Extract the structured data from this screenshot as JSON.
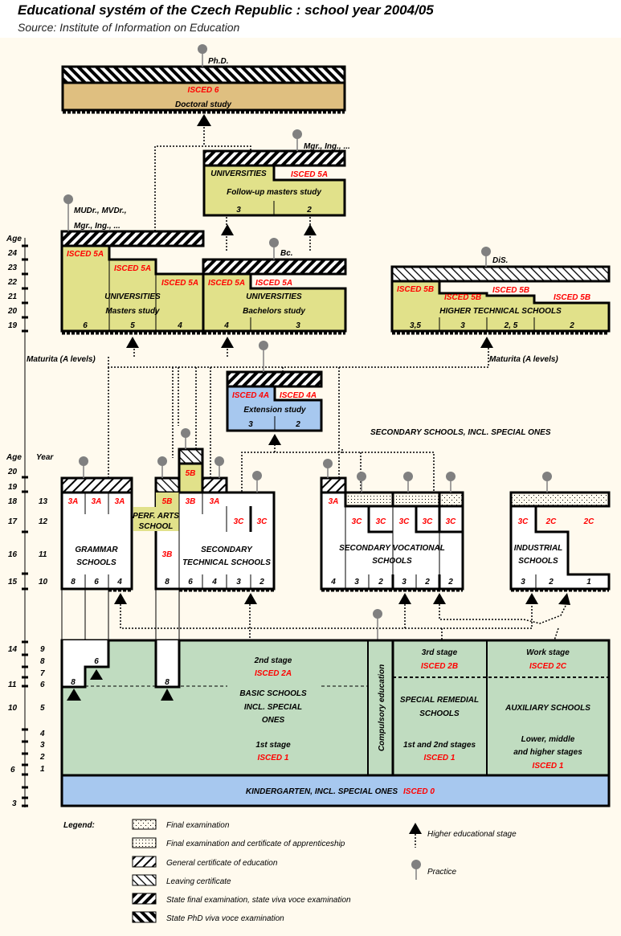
{
  "header": {
    "title": "Educational systém of the Czech Republic : school year 2004/05",
    "subtitle": "Source: Institute of Information on Education"
  },
  "colors": {
    "panel_background": "#fffaee",
    "doctoral_fill": "#dfbf80",
    "university_fill": "#e1e18a",
    "extension_fill": "#a7c8ef",
    "basic_fill": "#c0dcc0",
    "kindergarten_fill": "#a7c8ef",
    "isced_text": "#ff0000",
    "practice_pin": "#808080"
  },
  "age_axis": {
    "upper": {
      "label": "Age",
      "ticks": [
        "24",
        "23",
        "22",
        "21",
        "20",
        "19"
      ]
    },
    "secondary": {
      "age_label": "Age",
      "year_label": "Year",
      "ages": [
        "20",
        "19",
        "18",
        "17",
        "16",
        "15"
      ],
      "years": [
        "",
        "",
        "13",
        "12",
        "11",
        "10"
      ]
    },
    "basic": {
      "ages": [
        "14",
        "11",
        "10",
        "6",
        "3"
      ],
      "years": [
        "9",
        "8",
        "7",
        "6",
        "5",
        "4",
        "3",
        "2",
        "1"
      ]
    }
  },
  "doctoral": {
    "isced": "ISCED 6",
    "name": "Doctoral study",
    "degree": "Ph.D."
  },
  "followup_masters": {
    "institution": "UNIVERSITIES",
    "isced": "ISCED 5A",
    "name": "Follow-up masters study",
    "degree": "Mgr., Ing., ...",
    "durations": [
      "3",
      "2"
    ]
  },
  "masters": {
    "isced": [
      "ISCED 5A",
      "ISCED 5A",
      "ISCED 5A"
    ],
    "institution": "UNIVERSITIES",
    "name": "Masters study",
    "degree_line1": "MUDr., MVDr.,",
    "degree_line2": "Mgr., Ing., ...",
    "durations": [
      "6",
      "5",
      "4"
    ]
  },
  "bachelors": {
    "isced": [
      "ISCED 5A",
      "ISCED 5A"
    ],
    "institution": "UNIVERSITIES",
    "name": "Bachelors study",
    "degree": "Bc.",
    "durations": [
      "4",
      "3"
    ]
  },
  "higher_technical": {
    "isced": [
      "ISCED 5B",
      "ISCED 5B",
      "ISCED 5B",
      "ISCED 5B"
    ],
    "name": "HIGHER TECHNICAL SCHOOLS",
    "degree": "DiS.",
    "durations": [
      "3,5",
      "3",
      "2, 5",
      "2"
    ]
  },
  "maturita_left": "Maturita (A levels)",
  "maturita_right": "Maturita (A levels)",
  "extension": {
    "isced": [
      "ISCED 4A",
      "ISCED 4A"
    ],
    "name": "Extension study",
    "durations": [
      "3",
      "2"
    ]
  },
  "secondary_heading": "SECONDARY SCHOOLS, INCL. SPECIAL ONES",
  "grammar": {
    "levels": [
      "3A",
      "3A",
      "3A"
    ],
    "name_line1": "GRAMMAR",
    "name_line2": "SCHOOLS",
    "durations": [
      "8",
      "6",
      "4"
    ]
  },
  "perf_arts": {
    "line1": "PERF. ARTS",
    "line2": "SCHOOL",
    "levels": [
      "5B",
      "5B",
      "3B"
    ],
    "duration": "8"
  },
  "secondary_technical": {
    "levels": [
      "3B",
      "3A",
      "3C",
      "3C"
    ],
    "name_line1": "SECONDARY",
    "name_line2": "TECHNICAL SCHOOLS",
    "durations": [
      "6",
      "4",
      "3",
      "2"
    ]
  },
  "secondary_vocational": {
    "levels": [
      "3A",
      "3C",
      "3C",
      "3C",
      "3C",
      "3C"
    ],
    "name_line1": "SECONDARY VOCATIONAL",
    "name_line2": "SCHOOLS",
    "durations": [
      "4",
      "3",
      "2",
      "3",
      "2",
      "2"
    ]
  },
  "industrial": {
    "levels": [
      "3C",
      "2C",
      "2C"
    ],
    "name_line1": "INDUSTRIAL",
    "name_line2": "SCHOOLS",
    "durations": [
      "3",
      "2",
      "1"
    ]
  },
  "basic": {
    "grammar_entry_durations": [
      "8",
      "6",
      "8"
    ],
    "stage2": "2nd stage",
    "stage2_isced": "ISCED 2A",
    "name_line1": "BASIC SCHOOLS",
    "name_line2": "INCL. SPECIAL",
    "name_line3": "ONES",
    "stage1": "1st stage",
    "stage1_isced": "ISCED 1",
    "compulsory": "Compulsory education"
  },
  "special_remedial": {
    "stage3": "3rd stage",
    "stage3_isced": "ISCED 2B",
    "name_line1": "SPECIAL REMEDIAL",
    "name_line2": "SCHOOLS",
    "stages": "1st and 2nd stages",
    "isced": "ISCED 1"
  },
  "auxiliary": {
    "stage": "Work stage",
    "stage_isced": "ISCED 2C",
    "name": "AUXILIARY SCHOOLS",
    "stages_line1": "Lower, middle",
    "stages_line2": "and higher stages",
    "isced": "ISCED 1"
  },
  "kindergarten": {
    "name": "KINDERGARTEN, INCL. SPECIAL ONES",
    "isced": "ISCED 0"
  },
  "legend": {
    "title": "Legend:",
    "items": [
      "Final examination",
      "Final examination and certificate of apprenticeship",
      "General certificate of education",
      "Leaving certificate",
      "State final examination, state viva voce examination",
      "State PhD viva voce examination"
    ],
    "arrow_label": "Higher educational stage",
    "pin_label": "Practice"
  }
}
